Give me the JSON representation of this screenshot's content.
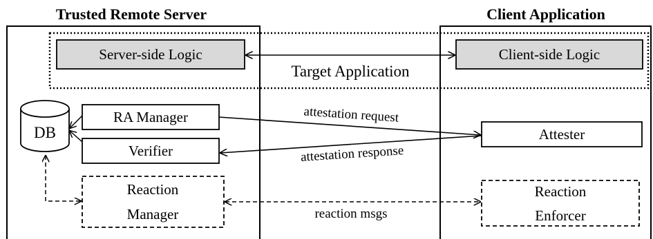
{
  "server": {
    "title": "Trusted Remote Server"
  },
  "client": {
    "title": "Client Application"
  },
  "target_app": {
    "label": "Target Application"
  },
  "nodes": {
    "server_logic": "Server-side Logic",
    "client_logic": "Client-side Logic",
    "db": "DB",
    "ra_manager": "RA Manager",
    "verifier": "Verifier",
    "attester": "Attester",
    "reaction_manager": [
      "Reaction",
      "Manager"
    ],
    "reaction_enforcer": [
      "Reaction",
      "Enforcer"
    ]
  },
  "edges": {
    "attestation_request": "attestation request",
    "attestation_response": "attestation response",
    "reaction_msgs": "reaction msgs"
  },
  "colors": {
    "logic_fill": "#d9d9d9",
    "stroke": "#000000",
    "background": "#ffffff"
  }
}
